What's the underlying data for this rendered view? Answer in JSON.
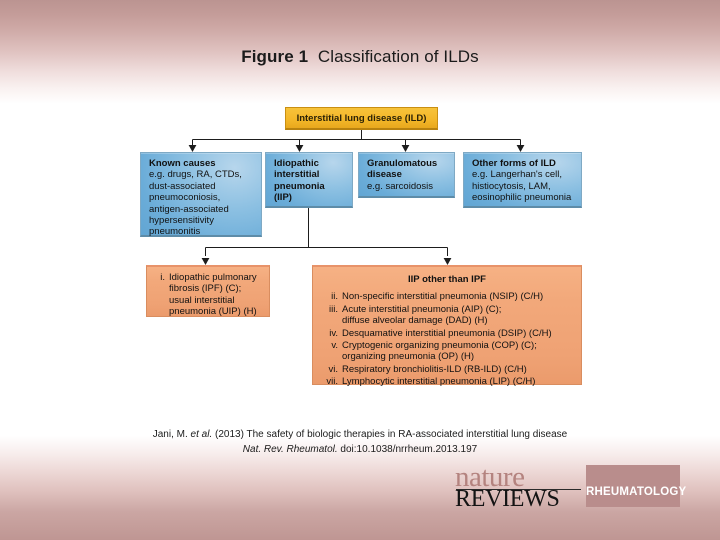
{
  "figure": {
    "label": "Figure 1",
    "caption": "Classification of ILDs"
  },
  "colors": {
    "top_node": "#f4b82a",
    "level1_node": "#6aacd8",
    "level2_node": "#efa274",
    "slide_gradient": "#bf9693",
    "logo_block": "#b98d8c",
    "logo_nature": "#b4837f"
  },
  "diagram": {
    "root": {
      "id": "ild",
      "label": "Interstitial lung disease (ILD)"
    },
    "level1": [
      {
        "id": "known-causes",
        "heading": "Known causes",
        "body": "e.g. drugs, RA, CTDs, dust-associated pneumoconiosis, antigen-associated hypersensitivity pneumonitis"
      },
      {
        "id": "iip",
        "heading": "Idiopathic interstitial pneumonia (IIP)",
        "body": ""
      },
      {
        "id": "granulomatous-disease",
        "heading": "Granulomatous disease",
        "body": "e.g. sarcoidosis"
      },
      {
        "id": "other-forms",
        "heading": "Other forms of ILD",
        "body": "e.g. Langerhan's cell, histiocytosis, LAM, eosinophilic pneumonia"
      }
    ],
    "level2": {
      "ipf": {
        "id": "ipf",
        "items": [
          {
            "numeral": "i.",
            "line1": "Idiopathic pulmonary fibrosis (IPF) (C);",
            "line2": "usual interstitial pneumonia (UIP) (H)"
          }
        ]
      },
      "other_than_ipf": {
        "id": "iip-other-than-ipf",
        "heading": "IIP other than IPF",
        "items": [
          {
            "numeral": "ii.",
            "line1": "Non-specific interstitial pneumonia (NSIP) (C/H)",
            "line2": ""
          },
          {
            "numeral": "iii.",
            "line1": "Acute interstitial pneumonia (AIP) (C);",
            "line2": "diffuse alveolar damage (DAD) (H)"
          },
          {
            "numeral": "iv.",
            "line1": "Desquamative interstitial pneumonia (DSIP) (C/H)",
            "line2": ""
          },
          {
            "numeral": "v.",
            "line1": "Cryptogenic organizing pneumonia (COP) (C);",
            "line2": "organizing pneumonia (OP) (H)"
          },
          {
            "numeral": "vi.",
            "line1": "Respiratory bronchiolitis-ILD (RB-ILD) (C/H)",
            "line2": ""
          },
          {
            "numeral": "vii.",
            "line1": "Lymphocytic interstitial pneumonia (LIP) (C/H)",
            "line2": ""
          }
        ]
      }
    }
  },
  "citation": {
    "line1_a": "Jani, M. ",
    "line1_b": "et al.",
    "line1_c": " (2013) The safety of biologic therapies in RA-associated interstitial lung disease",
    "line2_a": "Nat. Rev. Rheumatol.",
    "line2_b": " doi:10.1038/nrrheum.2013.197"
  },
  "logo": {
    "nature": "nature",
    "reviews": "REVIEWS",
    "journal": "RHEUMATOLOGY"
  }
}
